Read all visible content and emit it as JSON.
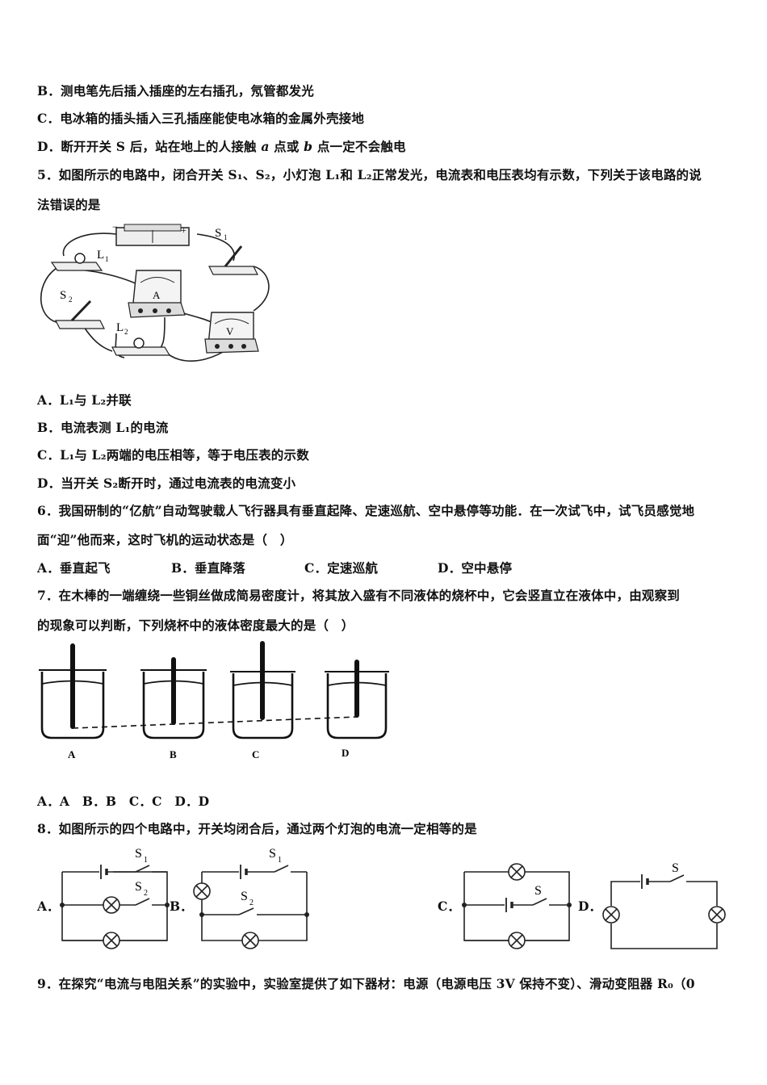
{
  "q4_options": {
    "B": "B．测电笔先后插入插座的左右插孔，氖管都发光",
    "C": "C．电冰箱的插头插入三孔插座能使电冰箱的金属外壳接地",
    "D_pre": "D．断开开关 S 后，站在地上的人接触 ",
    "D_a": "a",
    "D_mid": " 点或 ",
    "D_b": "b",
    "D_post": " 点一定不会触电"
  },
  "q5": {
    "line1": "5．如图所示的电路中，闭合开关 S₁、S₂，小灯泡 L₁和 L₂正常发光，电流表和电压表均有示数，下列关于该电路的说",
    "line2": "法错误的是",
    "fig_labels": {
      "S1": "S",
      "S1_sub": "1",
      "L1": "L",
      "L1_sub": "1",
      "S2": "S",
      "S2_sub": "2",
      "L2": "L",
      "L2_sub": "2",
      "A": "A",
      "V": "V",
      "minus": "−",
      "plus": "+"
    },
    "options": {
      "A": "A．L₁与 L₂并联",
      "B": "B．电流表测 L₁的电流",
      "C": "C．L₁与 L₂两端的电压相等，等于电压表的示数",
      "D": "D．当开关 S₂断开时，通过电流表的电流变小"
    }
  },
  "q6": {
    "line1": "6．我国研制的“亿航”自动驾驶载人飞行器具有垂直起降、定速巡航、空中悬停等功能．在一次试飞中，试飞员感觉地",
    "line2": "面“迎”他而来，这时飞机的运动状态是（　）",
    "options": [
      "A．垂直起飞",
      "B．垂直降落",
      "C．定速巡航",
      "D．空中悬停"
    ]
  },
  "q7": {
    "line1": "7．在木棒的一端缠绕一些铜丝做成简易密度计，将其放入盛有不同液体的烧杯中，它会竖直立在液体中，由观察到",
    "line2": "的现象可以判断，下列烧杯中的液体密度最大的是（　）",
    "beaker_labels": [
      "A",
      "B",
      "C",
      "D"
    ],
    "options": "A．A　B．B　C．C　D．D"
  },
  "q8": {
    "line1": "8．如图所示的四个电路中，开关均闭合后，通过两个灯泡的电流一定相等的是",
    "circuit_labels": {
      "A": "A．",
      "B": "B．",
      "C": "C．",
      "D": "D．",
      "S": "S",
      "s1": "1",
      "s2": "2"
    }
  },
  "q9": {
    "line1": "9．在探究“电流与电阻关系”的实验中，实验室提供了如下器材：电源（电源电压 3V 保持不变）、滑动变阻器 R₀（0"
  }
}
